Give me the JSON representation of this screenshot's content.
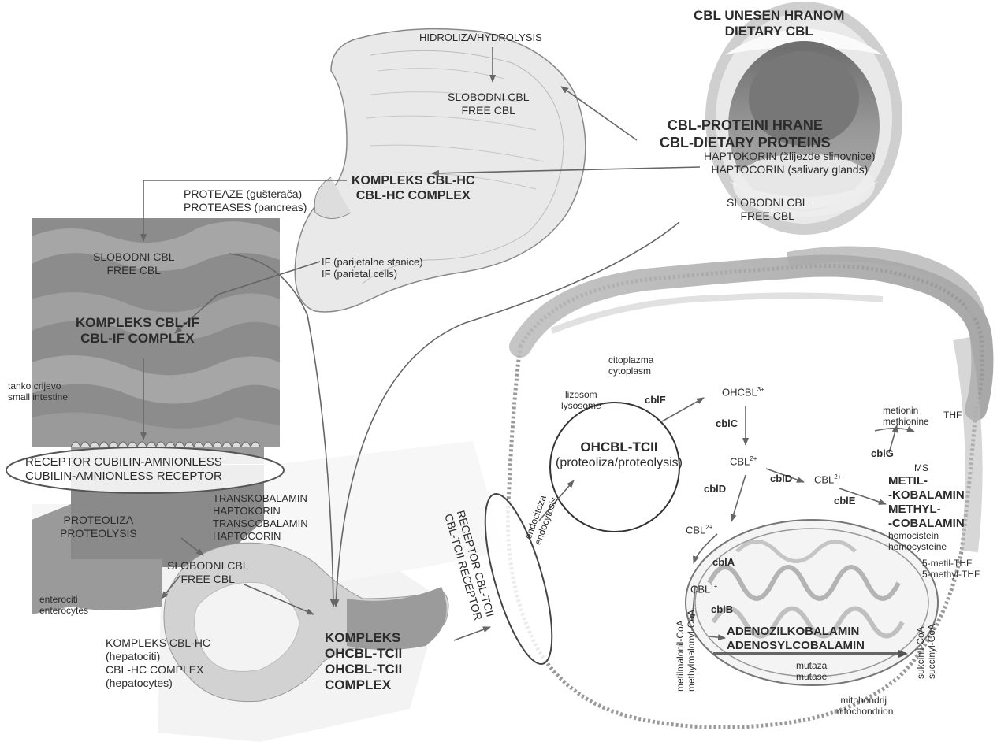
{
  "mouth": {
    "title_hr": "CBL UNESEN HRANOM",
    "title_en": "DIETARY CBL",
    "dietary_proteins_hr": "CBL-PROTEINI HRANE",
    "dietary_proteins_en": "CBL-DIETARY PROTEINS",
    "haptocorin_hr": "HAPTOKORIN (žlijezde slinovnice)",
    "haptocorin_en": "HAPTOCORIN (salivary glands)",
    "free_cbl_hr": "SLOBODNI CBL",
    "free_cbl_en": "FREE CBL"
  },
  "stomach": {
    "hydrolysis": "HIDROLIZA/HYDROLYSIS",
    "free_cbl_hr": "SLOBODNI CBL",
    "free_cbl_en": "FREE CBL",
    "complex_hr": "KOMPLEKS CBL-HC",
    "complex_en": "CBL-HC COMPLEX",
    "proteases_hr": "PROTEAZE (gušterača)",
    "proteases_en": "PROTEASES (pancreas)",
    "if_hr": "IF (parijetalne stanice)",
    "if_en": "IF (parietal cells)"
  },
  "intestine": {
    "free_cbl_hr": "SLOBODNI CBL",
    "free_cbl_en": "FREE CBL",
    "complex_hr": "KOMPLEKS CBL-IF",
    "complex_en": "CBL-IF COMPLEX",
    "small_intestine_hr": "tanko crijevo",
    "small_intestine_en": "small intestine",
    "receptor_hr": "RECEPTOR CUBILIN-AMNIONLESS",
    "receptor_en": "CUBILIN-AMNIONLESS RECEPTOR",
    "proteolysis_hr": "PROTEOLIZA",
    "proteolysis_en": "PROTEOLYSIS",
    "enterocytes_hr": "enterociti",
    "enterocytes_en": "enterocytes",
    "tc_hr": "TRANSKOBALAMIN",
    "hc_hr": "HAPTOKORIN",
    "tc_en": "TRANSCOBALAMIN",
    "hc_en": "HAPTOCORIN"
  },
  "blood": {
    "free_cbl_hr": "SLOBODNI CBL",
    "free_cbl_en": "FREE CBL",
    "hc_complex_hr": "KOMPLEKS CBL-HC",
    "hepatocytes_hr": "(hepatociti)",
    "hc_complex_en": "CBL-HC COMPLEX",
    "hepatocytes_en": "(hepatocytes)",
    "tcii_1": "KOMPLEKS",
    "tcii_2": "OHCBL-TCII",
    "tcii_3": "OHCBL-TCII",
    "tcii_4": "COMPLEX"
  },
  "receptor": {
    "line1": "RECEPTOR CBL-TCII",
    "line2": "CBL-TCII RECEPTOR"
  },
  "cell": {
    "endocytosis_hr": "endocitoza",
    "endocytosis_en": "endocytosis",
    "cytoplasm_hr": "citoplazma",
    "cytoplasm_en": "cytoplasm",
    "lysosome_hr": "lizosom",
    "lysosome_en": "lysosome",
    "lys_complex": "OHCBL-TCII",
    "lys_proteolysis": "(proteoliza/proteolysis)",
    "cblF": "cblF",
    "ohcbl": "OHCBL",
    "ohcbl_sup": "3+",
    "cblC": "cblC",
    "cbl2a": "CBL",
    "cbl2a_sup": "2+",
    "cblD_1": "cblD",
    "cblD_2": "cblD",
    "cbl2b": "CBL",
    "cbl2b_sup": "2+",
    "cblE": "cblE",
    "cblG": "cblG",
    "ms": "MS",
    "met_hr": "metionin",
    "met_en": "methionine",
    "thf": "THF",
    "methyl_1": "METIL-",
    "methyl_2": "-KOBALAMIN",
    "methyl_3": "METHYL-",
    "methyl_4": "-COBALAMIN",
    "hcy_hr": "homocistein",
    "hcy_en": "homocysteine",
    "mthf_hr": "5-metil-THF",
    "mthf_en": "5-methyl-THF",
    "cbl2c": "CBL",
    "cbl2c_sup": "2+",
    "cblA": "cblA",
    "cbl1": "CBL",
    "cbl1_sup": "1+",
    "cblB": "cblB",
    "ado_hr": "ADENOZILKOBALAMIN",
    "ado_en": "ADENOSYLCOBALAMIN",
    "mmcoa_hr": "metilmalonil-CoA",
    "mmcoa_en": "methylmalonyl-CoA",
    "succ_hr": "sukcinil-CoA",
    "succ_en": "succinyl-CoA",
    "mutase_hr": "mutaza",
    "mutase_en": "mutase",
    "mito_hr": "mitohondrij",
    "mito_en": "mitochondrion"
  }
}
